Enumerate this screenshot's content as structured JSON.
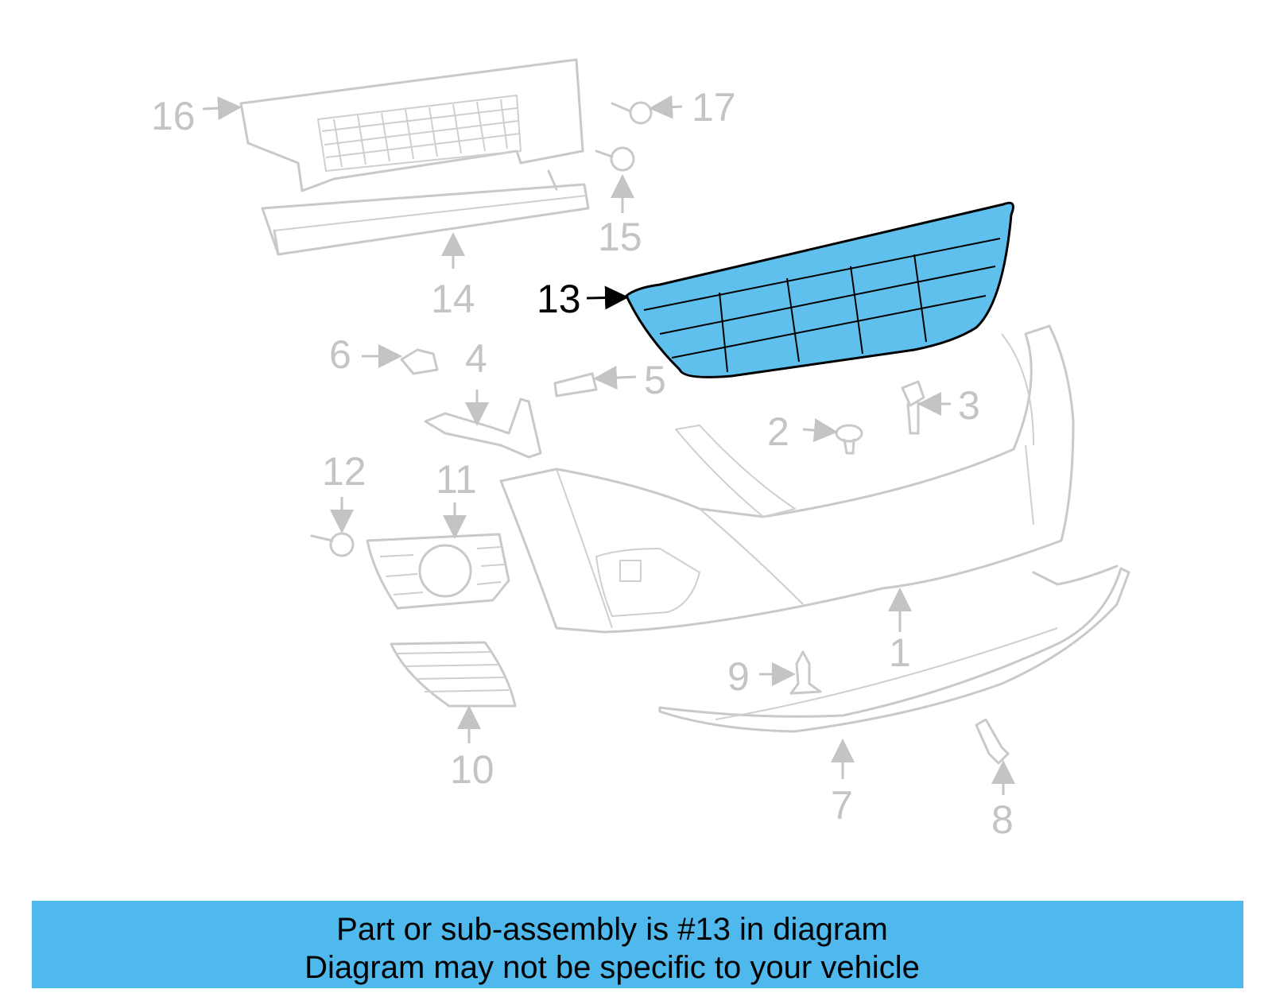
{
  "diagram": {
    "highlight_color": "#5fc0ee",
    "highlighted_part": "13",
    "callouts": [
      "1",
      "2",
      "3",
      "4",
      "5",
      "6",
      "7",
      "8",
      "9",
      "10",
      "11",
      "12",
      "13",
      "14",
      "15",
      "16",
      "17"
    ]
  },
  "banner": {
    "line1": "Part or sub-assembly is #13 in diagram",
    "line2": "Diagram may not be specific to your vehicle",
    "color": "#4fb9ee"
  }
}
